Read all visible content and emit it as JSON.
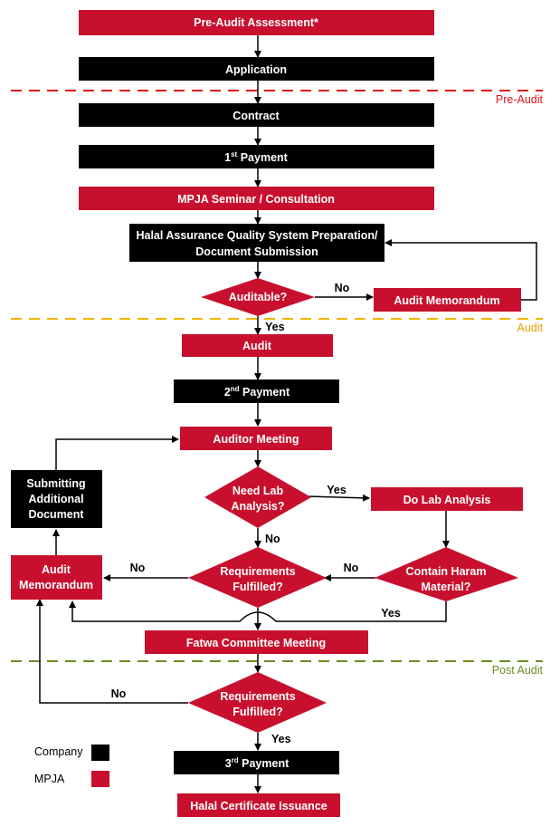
{
  "colors": {
    "company": "#000000",
    "mpja": "#c8102e",
    "pre_audit_line": "#e0141e",
    "audit_line": "#f0b400",
    "post_audit_line": "#6b8e23"
  },
  "phases": {
    "pre_audit": "Pre-Audit",
    "audit": "Audit",
    "post_audit": "Post Audit"
  },
  "steps": {
    "pre_audit_assessment": "Pre-Audit Assessment*",
    "application": "Application",
    "contract": "Contract",
    "payment1_num": "1",
    "payment1_sup": "st",
    "payment1_text": " Payment",
    "seminar": "MPJA Seminar / Consultation",
    "halal_prep_line1": "Halal Assurance Quality System Preparation/",
    "halal_prep_line2": "Document Submission",
    "auditable": "Auditable?",
    "audit_memorandum_top": "Audit Memorandum",
    "audit": "Audit",
    "payment2_num": "2",
    "payment2_sup": "nd",
    "payment2_text": " Payment",
    "auditor_meeting": "Auditor Meeting",
    "submitting_line1": "Submitting",
    "submitting_line2": "Additional",
    "submitting_line3": "Document",
    "need_lab_line1": "Need Lab",
    "need_lab_line2": "Analysis?",
    "do_lab": "Do Lab Analysis",
    "audit_memo_left_line1": "Audit",
    "audit_memo_left_line2": "Memorandum",
    "req1_line1": "Requirements",
    "req1_line2": "Fulfilled?",
    "haram_line1": "Contain Haram",
    "haram_line2": "Material?",
    "fatwa": "Fatwa Committee Meeting",
    "req2_line1": "Requirements",
    "req2_line2": "Fulfilled?",
    "payment3_num": "3",
    "payment3_sup": "rd",
    "payment3_text": " Payment",
    "certificate": "Halal Certificate Issuance"
  },
  "edge_labels": {
    "auditable_no": "No",
    "auditable_yes": "Yes",
    "lab_yes": "Yes",
    "lab_no": "No",
    "req1_no": "No",
    "haram_no": "No",
    "haram_yes": "Yes",
    "req2_no": "No",
    "req2_yes": "Yes"
  },
  "legend": {
    "company": "Company",
    "mpja": "MPJA"
  }
}
